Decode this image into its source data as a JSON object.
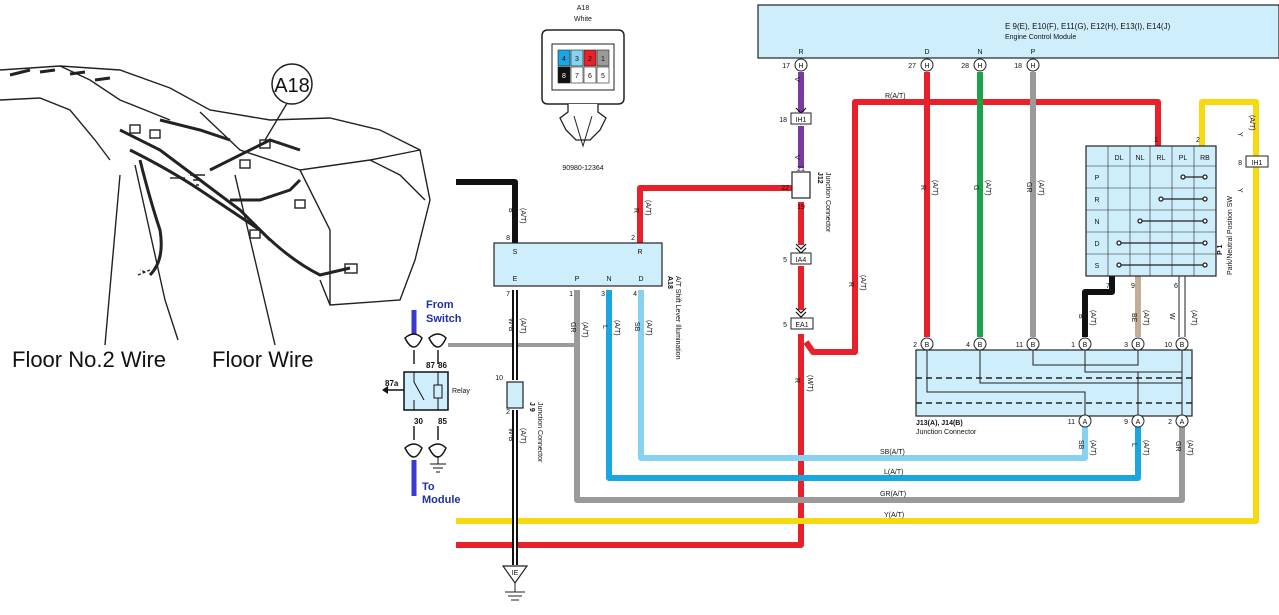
{
  "sketch": {
    "callout": "A18",
    "label_floor2": "Floor No.2 Wire",
    "label_floor": "Floor Wire"
  },
  "connector_a18": {
    "title": "A18",
    "color": "White",
    "part_no": "90980-12364",
    "pins": [
      "4",
      "3",
      "2",
      "1",
      "8",
      "7",
      "6",
      "5"
    ]
  },
  "ecm": {
    "line1": "E 9(E), E10(F), E11(G), E12(H), E13(I), E14(J)",
    "line2": "Engine Control Module",
    "pins": [
      {
        "num": "17",
        "letter": "H",
        "code": "R"
      },
      {
        "num": "27",
        "letter": "H",
        "code": "D"
      },
      {
        "num": "28",
        "letter": "H",
        "code": "N"
      },
      {
        "num": "18",
        "letter": "H",
        "code": "P"
      }
    ]
  },
  "shift_lever": {
    "code": "A18",
    "name": "A/T Shift Lever Illumination",
    "top_pins": [
      {
        "num": "8",
        "name": "S"
      },
      {
        "num": "2",
        "name": "R"
      }
    ],
    "bottom_pins": [
      {
        "num": "7",
        "name": "E"
      },
      {
        "num": "1",
        "name": "P"
      },
      {
        "num": "3",
        "name": "N"
      },
      {
        "num": "4",
        "name": "D"
      }
    ]
  },
  "relay": {
    "from_line1": "From",
    "from_line2": "Switch",
    "to_line1": "To",
    "to_line2": "Module",
    "name": "Relay",
    "terminals": [
      "87",
      "86",
      "87a",
      "30",
      "85"
    ]
  },
  "j9": {
    "code": "J 9",
    "name": "Junction Connector",
    "top": "10",
    "bottom": "2"
  },
  "j12": {
    "code": "J12",
    "name": "Junction Connector",
    "pins": [
      "21",
      "22",
      "19"
    ]
  },
  "inline_connectors": [
    {
      "pin": "18",
      "name": "IH1"
    },
    {
      "pin": "5",
      "name": "IA4"
    },
    {
      "pin": "5",
      "name": "EA1"
    },
    {
      "pin": "8",
      "name": "IH1"
    }
  ],
  "ground": "IE",
  "pnp": {
    "code": "P 1",
    "name": "Park/Neutral Position SW",
    "columns": [
      "DL",
      "NL",
      "RL",
      "PL",
      "RB"
    ],
    "rows": [
      "P",
      "R",
      "N",
      "D",
      "S"
    ],
    "top_pins": [
      "1",
      "2"
    ],
    "bottom_pins": [
      "7",
      "9",
      "6"
    ]
  },
  "j13": {
    "name_line1": "J13(A), J14(B)",
    "name_line2": "Junction Connector",
    "top_pins": [
      {
        "num": "2",
        "letter": "B"
      },
      {
        "num": "4",
        "letter": "B"
      },
      {
        "num": "11",
        "letter": "B"
      },
      {
        "num": "1",
        "letter": "B"
      },
      {
        "num": "3",
        "letter": "B"
      },
      {
        "num": "10",
        "letter": "B"
      }
    ],
    "bottom_pins": [
      {
        "num": "11",
        "letter": "A"
      },
      {
        "num": "9",
        "letter": "A"
      },
      {
        "num": "2",
        "letter": "A"
      }
    ]
  },
  "wire_labels": {
    "b": "B",
    "r": "R",
    "v": "V",
    "d": "D",
    "n": "N",
    "p": "P",
    "g": "G",
    "gr": "GR",
    "wb": "W-B",
    "l": "L",
    "sb": "SB",
    "be": "BE",
    "w": "W",
    "y": "Y",
    "at": "(A/T)",
    "mt": "(M/T)",
    "r_at": "R(A/T)",
    "sb_at": "SB(A/T)",
    "l_at": "L(A/T)",
    "gr_at": "GR(A/T)",
    "y_at": "Y(A/T)"
  },
  "colors": {
    "red": "#e8202a",
    "yellow": "#f7d90f",
    "green": "#1aa34a",
    "gray": "#9a9a9a",
    "blue": "#1aa6e0",
    "lightblue": "#86d2f0",
    "purple": "#7a3aa0",
    "black": "#111111",
    "tan": "#c2ad96",
    "box": "#cfeefb",
    "label_blue": "#1e2fa8"
  }
}
